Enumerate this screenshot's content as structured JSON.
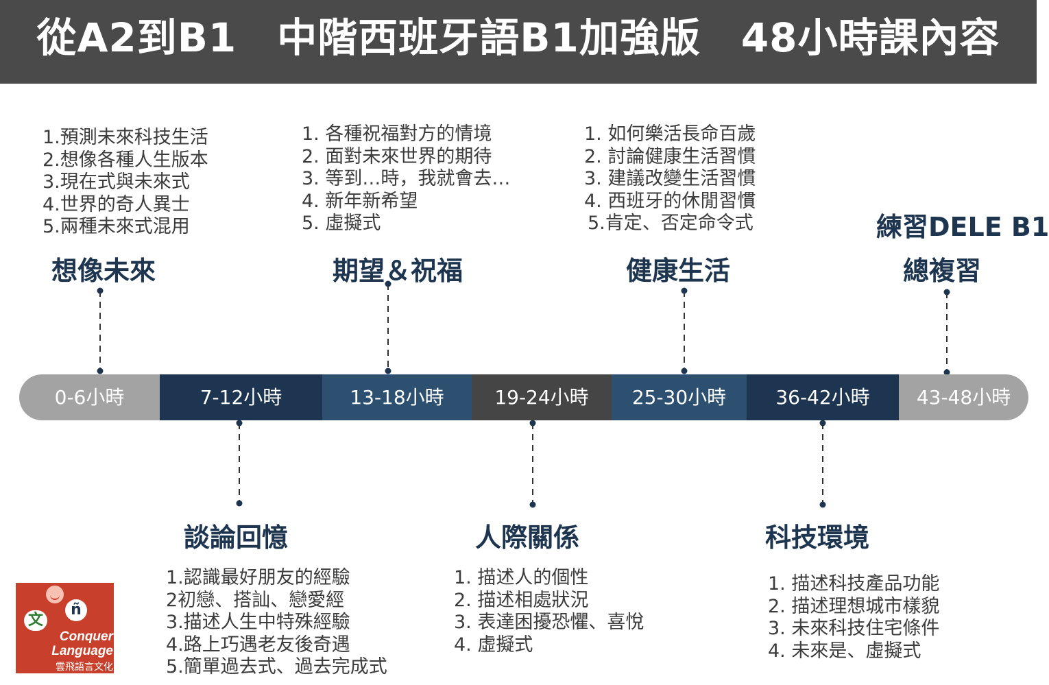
{
  "header": {
    "title": "從A2到B1　中階西班牙語B1加強版　48小時課內容"
  },
  "timeline": {
    "segments": [
      {
        "label": "0-6小時",
        "color": "#a3a3a3"
      },
      {
        "label": "7-12小時",
        "color": "#1d3550"
      },
      {
        "label": "13-18小時",
        "color": "#2d4f70"
      },
      {
        "label": "19-24小時",
        "color": "#454545"
      },
      {
        "label": "25-30小時",
        "color": "#2d4f70"
      },
      {
        "label": "36-42小時",
        "color": "#1d3550"
      },
      {
        "label": "43-48小時",
        "color": "#a3a3a3"
      }
    ]
  },
  "modules_top": [
    {
      "title": "想像未來",
      "items": [
        "1.預測未來科技生活",
        "2.想像各種人生版本",
        "3.現在式與未來式",
        "4.世界的奇人異士",
        "5.兩種未來式混用"
      ]
    },
    {
      "title": "期望＆祝福",
      "items": [
        "1. 各種祝福對方的情境",
        "2. 面對未來世界的期待",
        "3. 等到…時，我就會去…",
        "4. 新年新希望",
        "5. 虛擬式"
      ]
    },
    {
      "title": "健康生活",
      "items": [
        "1. 如何樂活長命百歲",
        "2. 討論健康生活習慣",
        "3. 建議改變生活習慣",
        "4. 西班牙的休閒習慣",
        "5.肯定、否定命令式"
      ]
    },
    {
      "title": "總複習",
      "subtitle": "練習DELE B1"
    }
  ],
  "modules_bottom": [
    {
      "title": "談論回憶",
      "items": [
        "1.認識最好朋友的經驗",
        "2初戀、搭訕、戀愛經",
        "3.描述人生中特殊經驗",
        "4.路上巧遇老友後奇遇",
        "5.簡單過去式、過去完成式"
      ]
    },
    {
      "title": "人際關係",
      "items": [
        "1. 描述人的個性",
        "2. 描述相處狀況",
        "3. 表達困擾恐懼、喜悅",
        "4. 虛擬式"
      ]
    },
    {
      "title": "科技環境",
      "items": [
        "1. 描述科技產品功能",
        "2. 描述理想城市樣貌",
        "3. 未來科技住宅條件",
        "4. 未來是、虛擬式"
      ]
    }
  ],
  "logo": {
    "glyph_zh": "文",
    "glyph_es": "ñ",
    "text_line1": "Conquer",
    "text_line2": "Language",
    "text_zh": "雲飛語言文化"
  }
}
